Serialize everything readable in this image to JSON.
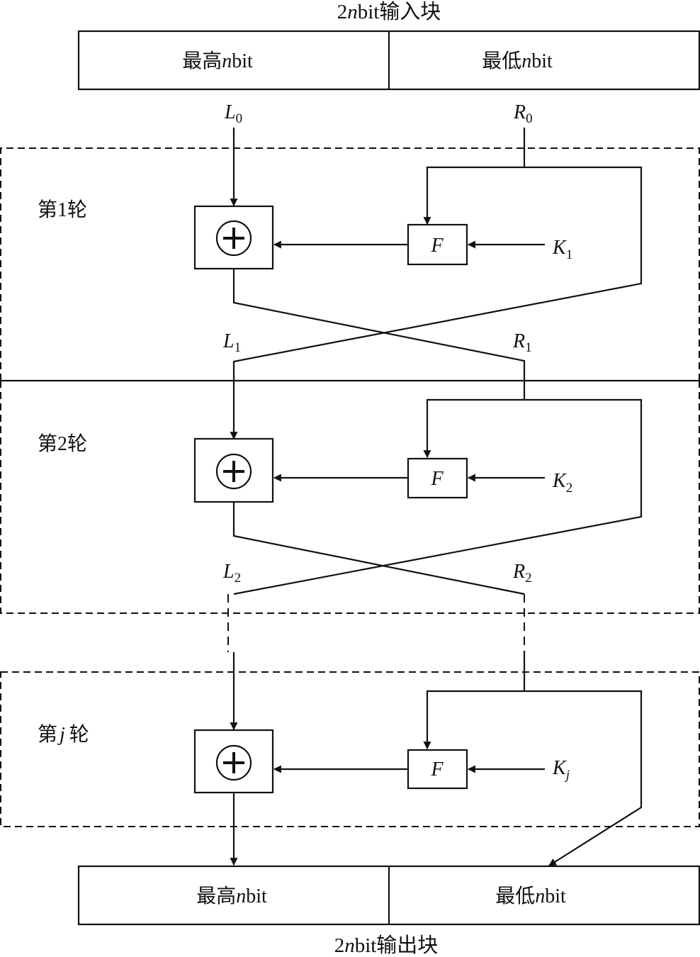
{
  "input_block": {
    "title_prefix": "2",
    "title_italic": "n",
    "title_suffix": "bit输入块",
    "left_prefix": "最高",
    "left_italic": "n",
    "left_suffix": "bit",
    "right_prefix": "最低",
    "right_italic": "n",
    "right_suffix": "bit"
  },
  "output_block": {
    "title_prefix": "2",
    "title_italic": "n",
    "title_suffix": "bit输出块",
    "left_prefix": "最高",
    "left_italic": "n",
    "left_suffix": "bit",
    "right_prefix": "最低",
    "right_italic": "n",
    "right_suffix": "bit"
  },
  "rounds": [
    {
      "label_prefix": "第",
      "label_index": "1",
      "label_suffix": "轮",
      "f_label": "F",
      "key": "K",
      "key_sub": "1",
      "xor_symbol": "+"
    },
    {
      "label_prefix": "第",
      "label_index": "2",
      "label_suffix": "轮",
      "f_label": "F",
      "key": "K",
      "key_sub": "2",
      "xor_symbol": "+"
    },
    {
      "label_prefix": "第",
      "label_index": "j",
      "label_suffix": "轮",
      "f_label": "F",
      "key": "K",
      "key_sub": "j",
      "xor_symbol": "+"
    }
  ],
  "signals": [
    {
      "name": "L",
      "sub": "0"
    },
    {
      "name": "R",
      "sub": "0"
    },
    {
      "name": "L",
      "sub": "1"
    },
    {
      "name": "R",
      "sub": "1"
    },
    {
      "name": "L",
      "sub": "2"
    },
    {
      "name": "R",
      "sub": "2"
    }
  ]
}
